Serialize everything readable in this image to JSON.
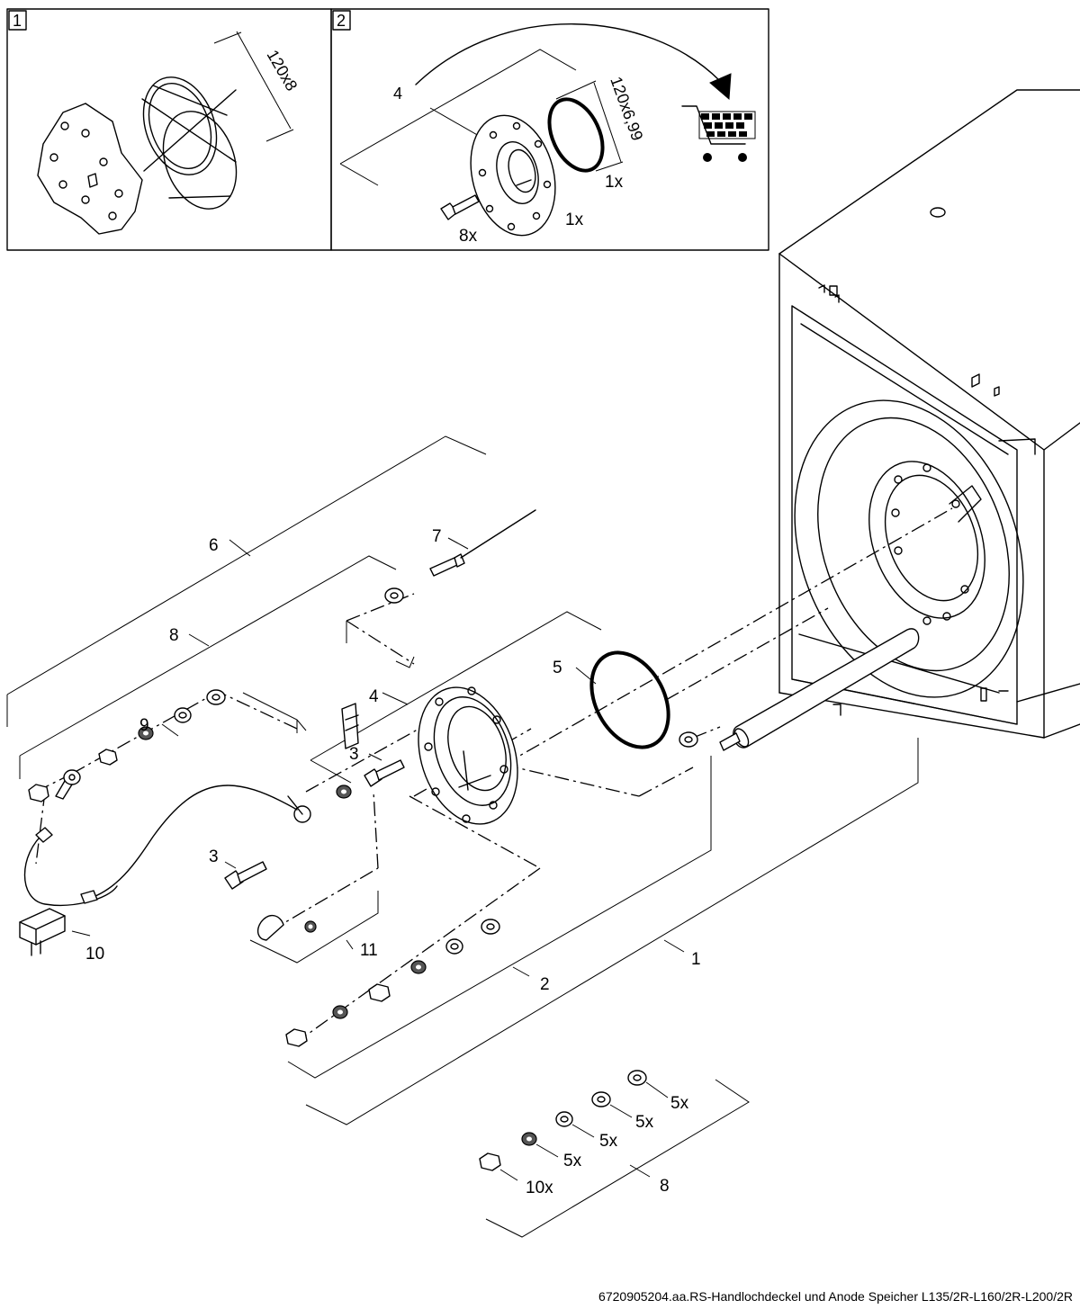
{
  "panels": [
    {
      "number": "1",
      "dimension": "120x8"
    },
    {
      "number": "2",
      "dimension": "120x6,99",
      "callout": "4",
      "qty_ring": "1x",
      "qty_cover": "1x",
      "qty_bolts": "8x"
    }
  ],
  "callouts": {
    "c1": "1",
    "c2": "2",
    "c3a": "3",
    "c3b": "3",
    "c4": "4",
    "c5": "5",
    "c6": "6",
    "c7": "7",
    "c8a": "8",
    "c8b": "8",
    "c9": "9",
    "c10": "10",
    "c11": "11"
  },
  "kit_quantities": [
    "5x",
    "5x",
    "5x",
    "5x",
    "10x"
  ],
  "caption": "6720905204.aa.RS-Handlochdeckel und Anode Speicher L135/2R-L160/2R-L200/2R"
}
